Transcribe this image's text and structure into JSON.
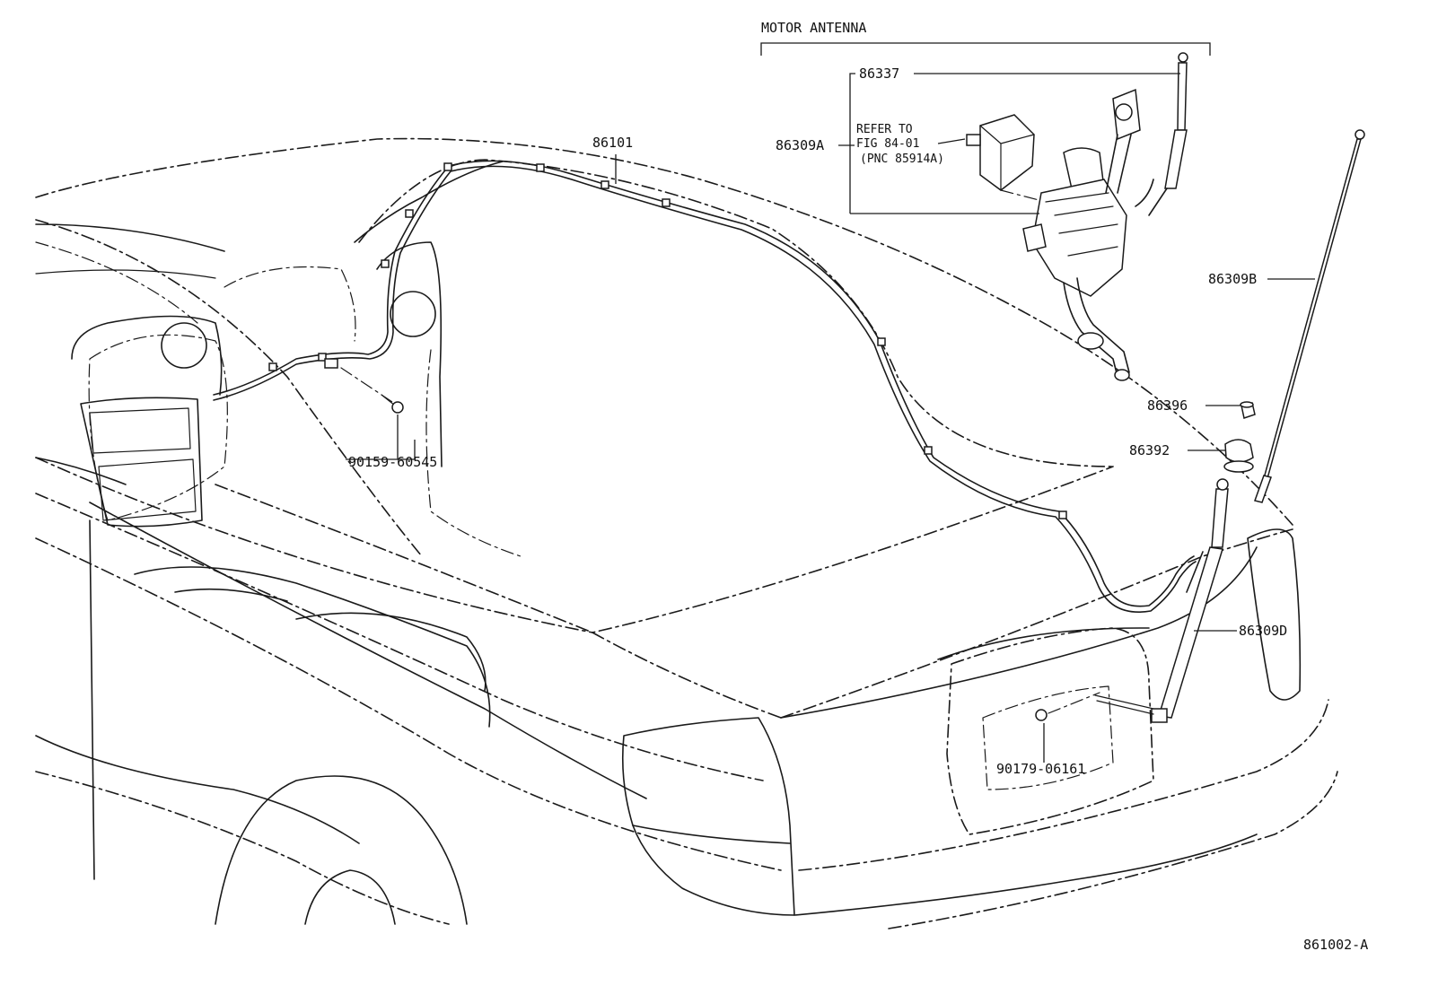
{
  "diagram": {
    "group_label": "MOTOR ANTENNA",
    "figure_id": "861002-A",
    "parts": {
      "p86337": "86337",
      "p86309A": "86309A",
      "p86101": "86101",
      "p86309B": "86309B",
      "p86396": "86396",
      "p86392": "86392",
      "p86309D": "86309D",
      "p90159": "90159-60545",
      "p90179": "90179-06161"
    },
    "refer_note": {
      "line1": "REFER TO",
      "line2": "FIG 84-01",
      "line3": "(PNC 85914A)"
    }
  }
}
